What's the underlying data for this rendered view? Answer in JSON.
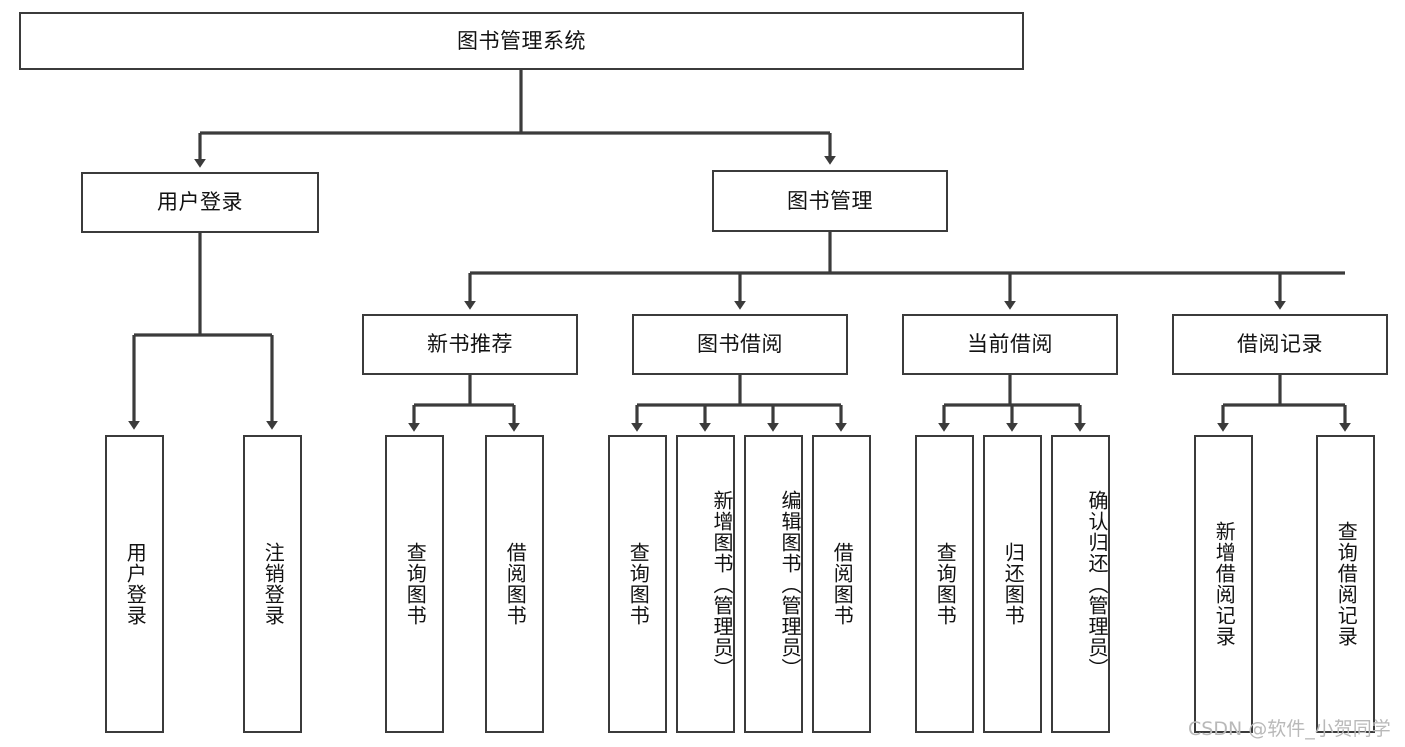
{
  "diagram": {
    "type": "tree",
    "title_node": {
      "label": "图书管理系统"
    },
    "level2": [
      {
        "id": "user-login",
        "label": "用户登录"
      },
      {
        "id": "book-manage",
        "label": "图书管理"
      }
    ],
    "level3": [
      {
        "id": "new-book-recommend",
        "label": "新书推荐",
        "parent": "book-manage"
      },
      {
        "id": "book-borrow",
        "label": "图书借阅",
        "parent": "book-manage"
      },
      {
        "id": "current-borrow",
        "label": "当前借阅",
        "parent": "book-manage"
      },
      {
        "id": "borrow-record",
        "label": "借阅记录",
        "parent": "book-manage"
      }
    ],
    "leaves": [
      {
        "id": "leaf-user-login",
        "label": "用户登录",
        "parent": "user-login"
      },
      {
        "id": "leaf-logout-login",
        "label": "注销登录",
        "parent": "user-login"
      },
      {
        "id": "leaf-query-book-1",
        "label": "查询图书",
        "parent": "new-book-recommend"
      },
      {
        "id": "leaf-borrow-book-1",
        "label": "借阅图书",
        "parent": "new-book-recommend"
      },
      {
        "id": "leaf-query-book-2",
        "label": "查询图书",
        "parent": "book-borrow"
      },
      {
        "id": "leaf-add-book",
        "label": "新增图书（管理员）",
        "parent": "book-borrow"
      },
      {
        "id": "leaf-edit-book",
        "label": "编辑图书（管理员）",
        "parent": "book-borrow"
      },
      {
        "id": "leaf-borrow-book-2",
        "label": "借阅图书",
        "parent": "book-borrow"
      },
      {
        "id": "leaf-query-book-3",
        "label": "查询图书",
        "parent": "current-borrow"
      },
      {
        "id": "leaf-return-book",
        "label": "归还图书",
        "parent": "current-borrow"
      },
      {
        "id": "leaf-confirm-return",
        "label": "确认归还（管理员）",
        "parent": "current-borrow"
      },
      {
        "id": "leaf-add-record",
        "label": "新增借阅记录",
        "parent": "borrow-record"
      },
      {
        "id": "leaf-query-record",
        "label": "查询借阅记录",
        "parent": "borrow-record"
      }
    ],
    "stroke_color": "#3b3b3b",
    "text_color": "#121212",
    "background_color": "#ffffff"
  },
  "watermark": {
    "text": "CSDN @软件_小贺同学",
    "color": "#b9b9b9"
  }
}
